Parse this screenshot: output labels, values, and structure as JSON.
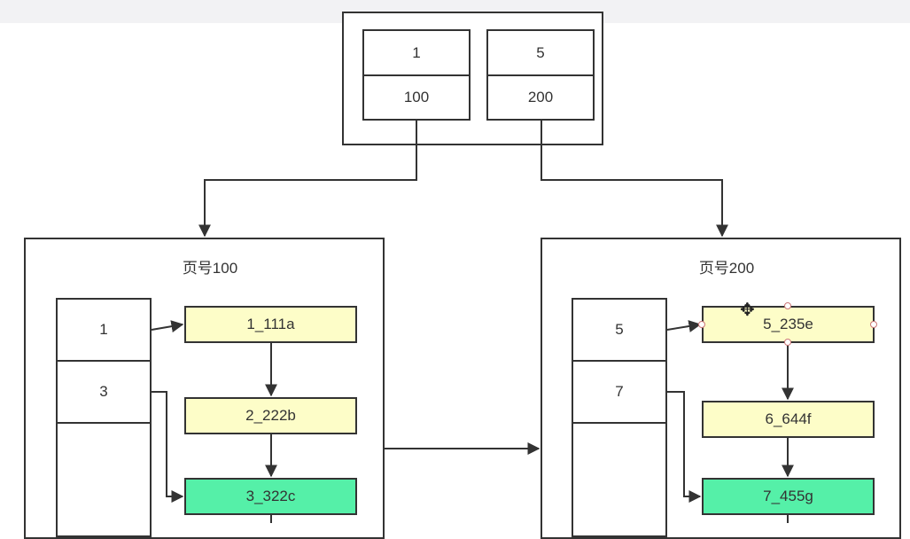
{
  "root": {
    "entries": [
      {
        "key": "1",
        "page": "100"
      },
      {
        "key": "5",
        "page": "200"
      }
    ]
  },
  "pages": [
    {
      "title": "页号100",
      "dir_slots": [
        "1",
        "3"
      ],
      "records": [
        "1_111a",
        "2_222b",
        "3_322c"
      ]
    },
    {
      "title": "页号200",
      "dir_slots": [
        "5",
        "7"
      ],
      "records": [
        "5_235e",
        "6_644f",
        "7_455g"
      ]
    }
  ],
  "colors": {
    "record_yellow": "#fdfdc8",
    "record_green": "#55f0a8",
    "line": "#333333"
  },
  "icons": [
    "move-cursor-icon"
  ]
}
